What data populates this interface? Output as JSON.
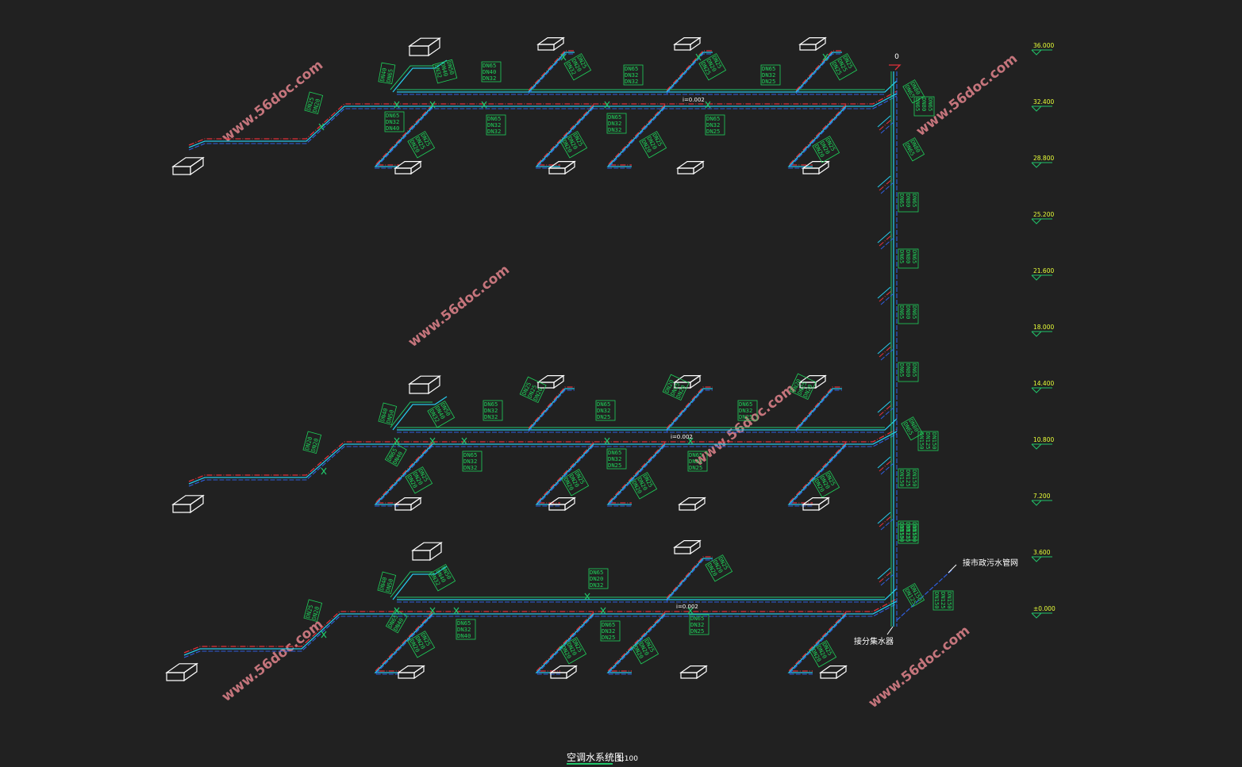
{
  "drawing": {
    "title": "空调水系统图",
    "scale": "1:100",
    "top_marker": "0",
    "levels": [
      "36.000",
      "32.400",
      "28.800",
      "25.200",
      "21.600",
      "18.000",
      "14.400",
      "10.800",
      "7.200",
      "3.600",
      "±0.000"
    ],
    "notes": {
      "municipal_sewer": "接市政污水管网",
      "water_collector": "接分集水器"
    },
    "slopes": [
      "i=0.002",
      "i=0.002",
      "i=0.002"
    ],
    "watermark": "www.56doc.com"
  },
  "colors": {
    "background": "#212121",
    "supply_pipe": "#e0303a",
    "return_pipe": "#26c6e8",
    "condensate_pipe": "#2f5fe0",
    "green_pipe": "#21c46a",
    "label_box": "#1fd15a",
    "equipment": "#ffffff",
    "level_text": "#e8ff38",
    "watermark": "#d77e86"
  },
  "groups": [
    {
      "labels": [
        {
          "id": "t1",
          "lines": [
            "DN50",
            "DN40",
            "DN32"
          ]
        },
        {
          "id": "t2",
          "lines": [
            "DN65",
            "DN40",
            "DN32"
          ]
        },
        {
          "id": "t3",
          "lines": [
            "DN25",
            "DN20",
            "DN32"
          ]
        },
        {
          "id": "t4",
          "lines": [
            "DN65",
            "DN32",
            "DN32"
          ]
        },
        {
          "id": "t5",
          "lines": [
            "DN25",
            "DN20",
            "DN25"
          ]
        },
        {
          "id": "t6",
          "lines": [
            "DN65",
            "DN32",
            "DN25"
          ]
        },
        {
          "id": "t7",
          "lines": [
            "DN25",
            "DN25",
            "DN25"
          ]
        },
        {
          "id": "t8",
          "lines": [
            "DN40",
            "DN65"
          ]
        },
        {
          "id": "t9",
          "lines": [
            "DN65",
            "DN32",
            "DN40"
          ]
        },
        {
          "id": "t10",
          "lines": [
            "DN65",
            "DN32",
            "DN32"
          ]
        },
        {
          "id": "t11",
          "lines": [
            "DN65",
            "DN32",
            "DN32"
          ]
        },
        {
          "id": "t12",
          "lines": [
            "DN65",
            "DN32",
            "DN25"
          ]
        },
        {
          "id": "t13",
          "lines": [
            "DN25",
            "DN20"
          ]
        },
        {
          "id": "t14",
          "lines": [
            "DN25",
            "DN25",
            "DN20"
          ]
        },
        {
          "id": "t15",
          "lines": [
            "DN25",
            "DN20",
            "DN20"
          ]
        },
        {
          "id": "t16",
          "lines": [
            "DN25",
            "DN20",
            "DN20"
          ]
        },
        {
          "id": "t17",
          "lines": [
            "DN25",
            "DN20",
            "DN20"
          ]
        }
      ]
    },
    {
      "labels": [
        {
          "id": "m1",
          "lines": [
            "DN50",
            "DN40",
            "DN32"
          ]
        },
        {
          "id": "m2",
          "lines": [
            "DN65",
            "DN32",
            "DN32"
          ]
        },
        {
          "id": "m3",
          "lines": [
            "DN25",
            "DN25",
            "DN20"
          ]
        },
        {
          "id": "m4",
          "lines": [
            "DN65",
            "DN32",
            "DN25"
          ]
        },
        {
          "id": "m5",
          "lines": [
            "DN20",
            "DN25",
            "DN20"
          ]
        },
        {
          "id": "m6",
          "lines": [
            "DN65",
            "DN32",
            "DN25"
          ]
        },
        {
          "id": "m7",
          "lines": [
            "DN20",
            "DN25",
            "DN20"
          ]
        },
        {
          "id": "m8",
          "lines": [
            "DN40",
            "DN50"
          ]
        },
        {
          "id": "m9",
          "lines": [
            "DN65",
            "DN32",
            "DN32"
          ]
        },
        {
          "id": "m10",
          "lines": [
            "DN65",
            "DN32",
            "DN25"
          ]
        },
        {
          "id": "m11",
          "lines": [
            "DN65",
            "DN32",
            "DN25"
          ]
        },
        {
          "id": "m12",
          "lines": [
            "DN20",
            "DN20"
          ]
        },
        {
          "id": "m13",
          "lines": [
            "DN65",
            "DN40"
          ]
        },
        {
          "id": "m14",
          "lines": [
            "DN25",
            "DN20",
            "DN20"
          ]
        },
        {
          "id": "m15",
          "lines": [
            "DN25",
            "DN20",
            "DN20"
          ]
        },
        {
          "id": "m16",
          "lines": [
            "DN25",
            "DN20",
            "DN20"
          ]
        },
        {
          "id": "m17",
          "lines": [
            "DN25",
            "DN20",
            "DN20"
          ]
        }
      ]
    },
    {
      "labels": [
        {
          "id": "b1",
          "lines": [
            "DN50",
            "DN40",
            "DN32"
          ]
        },
        {
          "id": "b2",
          "lines": [
            "DN65",
            "DN20",
            "DN32"
          ]
        },
        {
          "id": "b3",
          "lines": [
            "DN25",
            "DN20",
            "DN20"
          ]
        },
        {
          "id": "b4",
          "lines": [
            "DN40",
            "DN50"
          ]
        },
        {
          "id": "b5",
          "lines": [
            "DN65",
            "DN40"
          ]
        },
        {
          "id": "b6",
          "lines": [
            "DN65",
            "DN32",
            "DN40"
          ]
        },
        {
          "id": "b7",
          "lines": [
            "DN65",
            "DN32",
            "DN25"
          ]
        },
        {
          "id": "b8",
          "lines": [
            "DN65",
            "DN32",
            "DN25"
          ]
        },
        {
          "id": "b9",
          "lines": [
            "DN25",
            "DN20"
          ]
        },
        {
          "id": "b10",
          "lines": [
            "DN25",
            "DN20",
            "DN20"
          ]
        },
        {
          "id": "b11",
          "lines": [
            "DN25",
            "DN20",
            "DN20"
          ]
        },
        {
          "id": "b12",
          "lines": [
            "DN25",
            "DN20",
            "DN20"
          ]
        },
        {
          "id": "b13",
          "lines": [
            "DN25",
            "DN20",
            "DN20"
          ]
        }
      ]
    }
  ],
  "riser_labels": [
    {
      "id": "r1",
      "lines": [
        "DN80",
        "DN65"
      ]
    },
    {
      "id": "r2",
      "lines": [
        "DN65",
        "DN80",
        "DN65"
      ]
    },
    {
      "id": "r3",
      "lines": [
        "DN80",
        "DN65"
      ]
    },
    {
      "id": "r4",
      "lines": [
        "DN65",
        "DN80",
        "DN65"
      ]
    },
    {
      "id": "r5",
      "lines": [
        "DN65",
        "DN80",
        "DN65"
      ]
    },
    {
      "id": "r6",
      "lines": [
        "DN65",
        "DN80",
        "DN65"
      ]
    },
    {
      "id": "r7",
      "lines": [
        "DN65",
        "DN80",
        "DN65"
      ]
    },
    {
      "id": "r8",
      "lines": [
        "DN80",
        "DN65"
      ]
    },
    {
      "id": "r9",
      "lines": [
        "DN150",
        "DN125",
        "DN150"
      ]
    },
    {
      "id": "r10",
      "lines": [
        "DN150",
        "DN125",
        "DN150"
      ]
    },
    {
      "id": "r11",
      "lines": [
        "DN150",
        "DN125",
        "DN150"
      ]
    },
    {
      "id": "r12",
      "lines": [
        "DN150",
        "DN125",
        "DN150"
      ]
    },
    {
      "id": "r13",
      "lines": [
        "DN150",
        "DN125"
      ]
    },
    {
      "id": "r14",
      "lines": [
        "DN150",
        "DN125",
        "DN150"
      ]
    }
  ]
}
